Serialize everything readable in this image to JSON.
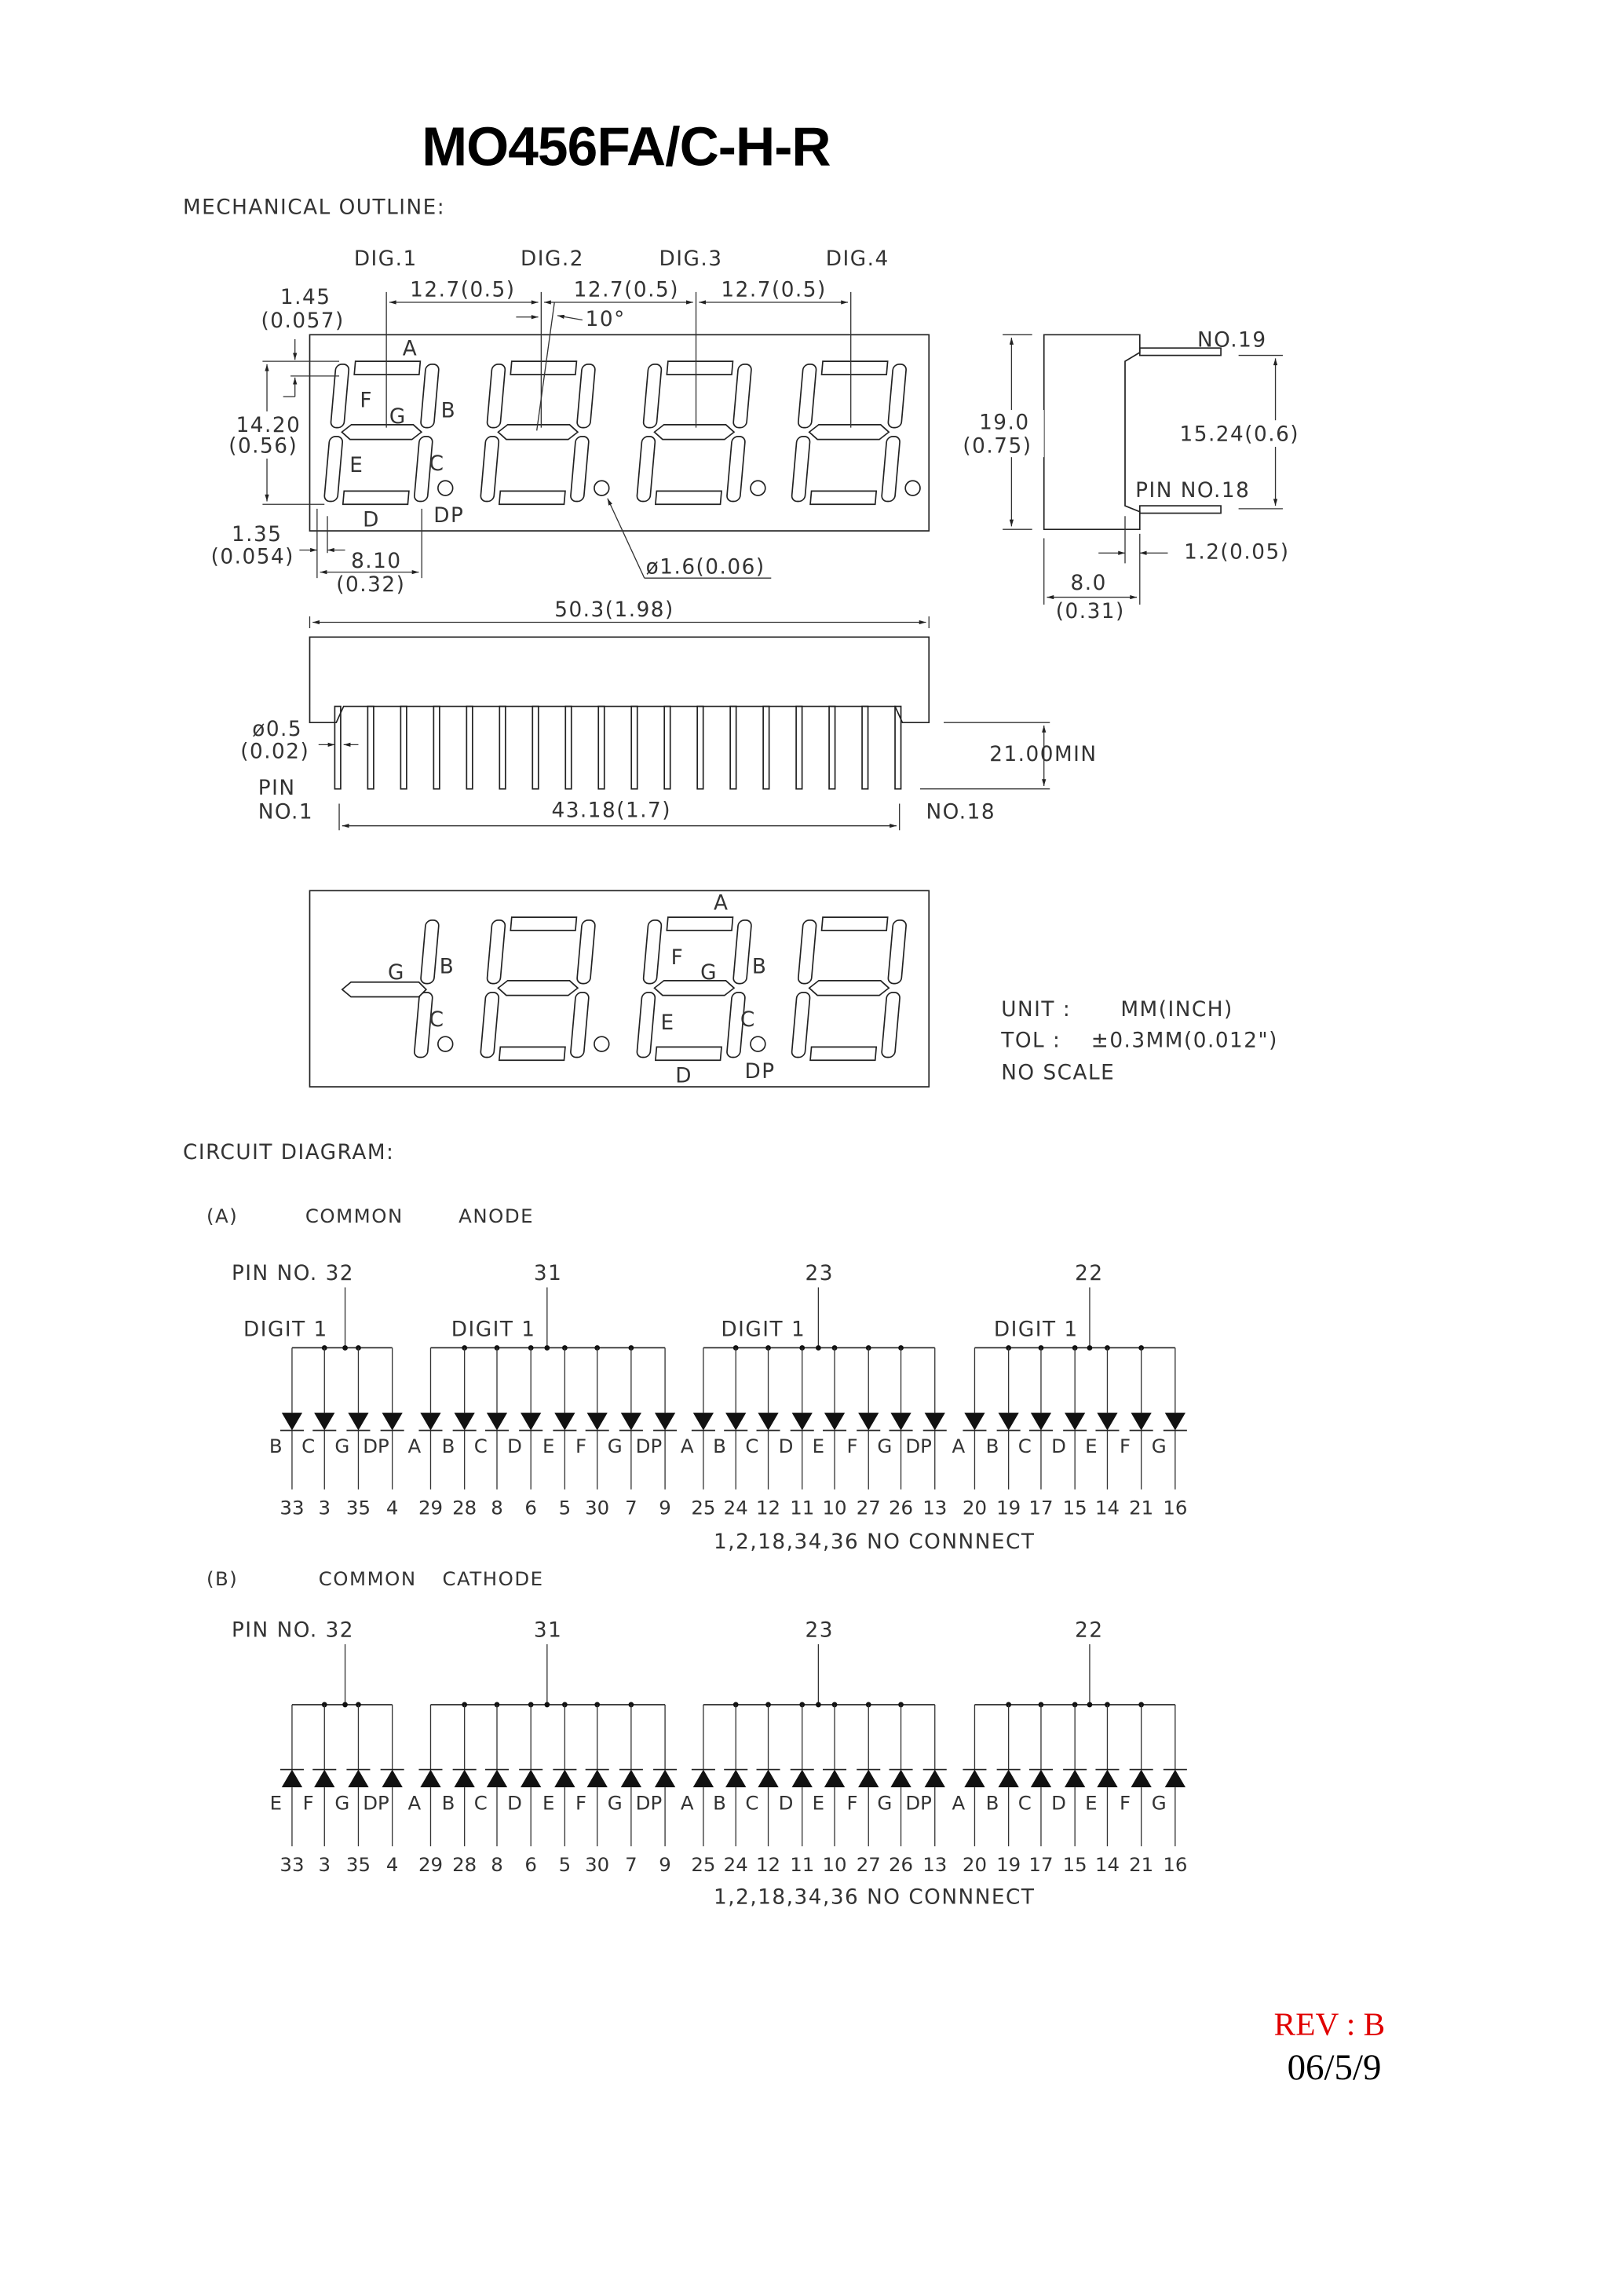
{
  "title": "MO456FA/C-H-R",
  "mechanical": {
    "label": "MECHANICAL OUTLINE:",
    "digit_labels": [
      "DIG.1",
      "DIG.2",
      "DIG.3",
      "DIG.4"
    ],
    "pitch_labels": [
      "12.7(0.5)",
      "12.7(0.5)",
      "12.7(0.5)"
    ],
    "angle": "10°",
    "segment_offset": [
      "1.45",
      "(0.057)"
    ],
    "digit_height": [
      "14.20",
      "(0.56)"
    ],
    "segment_width": [
      "1.35",
      "(0.054)"
    ],
    "digit_width": [
      "8.10",
      "(0.32)"
    ],
    "dp_diameter": "ø1.6(0.06)",
    "overall_width": "50.3(1.98)",
    "segment_labels_top": {
      "a": "A",
      "f": "F",
      "g": "G",
      "b": "B",
      "e": "E",
      "c": "C",
      "d": "D",
      "dp": "DP"
    },
    "side": {
      "height": [
        "19.0",
        "(0.75)"
      ],
      "pin_top": "NO.19",
      "pin_spacing": "15.24(0.6)",
      "pin_bottom": "PIN NO.18",
      "pin_width": "1.2(0.05)",
      "depth": [
        "8.0",
        "(0.31)"
      ]
    },
    "bottom": {
      "pin_diameter": [
        "ø0.5",
        "(0.02)"
      ],
      "pin_first": [
        "PIN",
        "NO.1"
      ],
      "pin_span": "43.18(1.7)",
      "pin_last": "NO.18",
      "pin_length": "21.00MIN",
      "pin_count": 18
    },
    "segment_labels_lower": {
      "a": "A",
      "g1": "G",
      "b1": "B",
      "f": "F",
      "g": "G",
      "b": "B",
      "c1": "C",
      "e": "E",
      "c": "C",
      "d": "D",
      "dp": "DP"
    },
    "notes": {
      "unit_label": "UNIT :",
      "unit_value": "MM(INCH)",
      "tol_label": "TOL :",
      "tol_value": "±0.3MM(0.012\")",
      "scale": "NO SCALE"
    }
  },
  "circuit": {
    "label": "CIRCUIT DIAGRAM:",
    "common_anode": {
      "tag": "(A)",
      "word1": "COMMON",
      "word2": "ANODE",
      "common_pins": [
        "PIN NO. 32",
        "31",
        "23",
        "22"
      ],
      "digit_labels": [
        "DIGIT 1",
        "DIGIT 1",
        "DIGIT 1",
        "DIGIT 1"
      ],
      "groups": [
        {
          "segments": [
            "B",
            "C",
            "G",
            "DP"
          ],
          "pins": [
            "33",
            "3",
            "35",
            "4"
          ]
        },
        {
          "segments": [
            "A",
            "B",
            "C",
            "D",
            "E",
            "F",
            "G",
            "DP"
          ],
          "pins": [
            "29",
            "28",
            "8",
            "6",
            "5",
            "30",
            "7",
            "9"
          ]
        },
        {
          "segments": [
            "A",
            "B",
            "C",
            "D",
            "E",
            "F",
            "G",
            "DP"
          ],
          "pins": [
            "25",
            "24",
            "12",
            "11",
            "10",
            "27",
            "26",
            "13"
          ]
        },
        {
          "segments": [
            "A",
            "B",
            "C",
            "D",
            "E",
            "F",
            "G"
          ],
          "pins": [
            "20",
            "19",
            "17",
            "15",
            "14",
            "21",
            "16"
          ]
        }
      ],
      "note": "1,2,18,34,36 NO CONNNECT"
    },
    "common_cathode": {
      "tag": "(B)",
      "word1": "COMMON",
      "word2": "CATHODE",
      "common_pins": [
        "PIN NO. 32",
        "31",
        "23",
        "22"
      ],
      "groups": [
        {
          "segments": [
            "E",
            "F",
            "G",
            "DP"
          ],
          "pins": [
            "33",
            "3",
            "35",
            "4"
          ]
        },
        {
          "segments": [
            "A",
            "B",
            "C",
            "D",
            "E",
            "F",
            "G",
            "DP"
          ],
          "pins": [
            "29",
            "28",
            "8",
            "6",
            "5",
            "30",
            "7",
            "9"
          ]
        },
        {
          "segments": [
            "A",
            "B",
            "C",
            "D",
            "E",
            "F",
            "G",
            "DP"
          ],
          "pins": [
            "25",
            "24",
            "12",
            "11",
            "10",
            "27",
            "26",
            "13"
          ]
        },
        {
          "segments": [
            "A",
            "B",
            "C",
            "D",
            "E",
            "F",
            "G"
          ],
          "pins": [
            "20",
            "19",
            "17",
            "15",
            "14",
            "21",
            "16"
          ]
        }
      ],
      "note": "1,2,18,34,36 NO CONNNECT"
    }
  },
  "revision": "REV : B",
  "date": "06/5/9",
  "colors": {
    "revision": "#e00000",
    "ink": "#222222"
  }
}
